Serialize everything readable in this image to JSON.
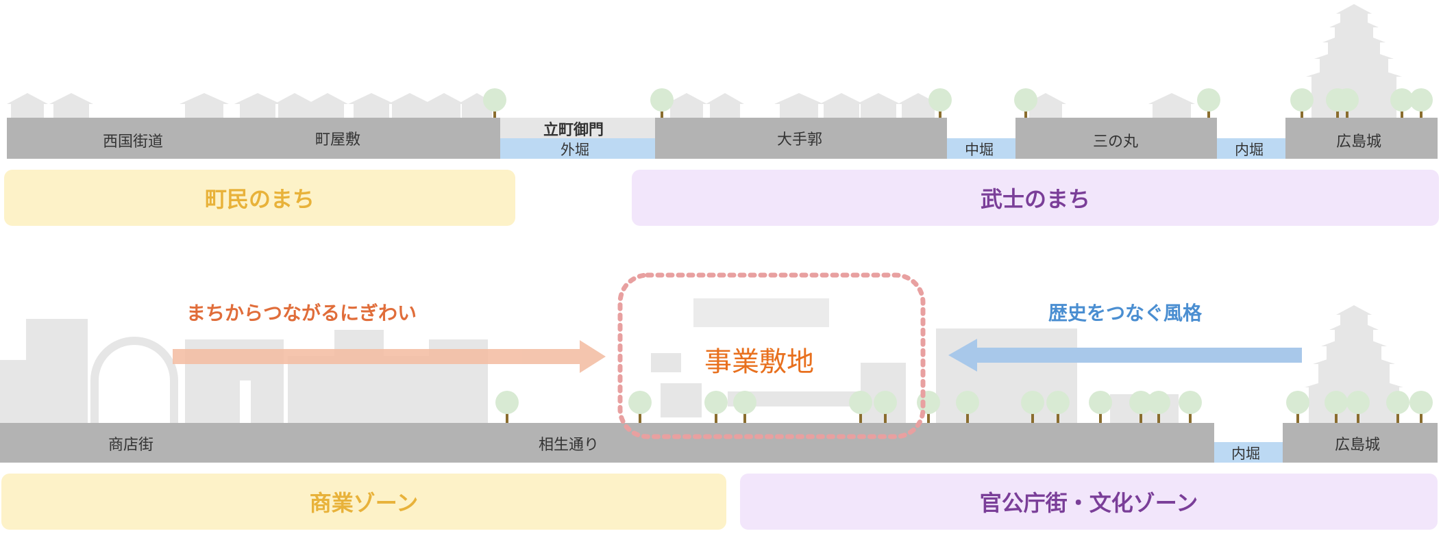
{
  "top_strip": {
    "segments": [
      {
        "label": "西国街道"
      },
      {
        "label": "町屋敷"
      },
      {
        "label": "立町御門"
      },
      {
        "label": "外堀"
      },
      {
        "label": "大手郭"
      },
      {
        "label": "中堀"
      },
      {
        "label": "三の丸"
      },
      {
        "label": "内堀"
      },
      {
        "label": "広島城"
      }
    ]
  },
  "top_zones": {
    "townspeople": "町民のまち",
    "samurai": "武士のまち"
  },
  "bottom_strip": {
    "shopping_street": "商店街",
    "avenue": "相生通り",
    "moat": "内堀",
    "castle": "広島城"
  },
  "bottom_zones": {
    "commercial": "商業ゾーン",
    "government": "官公庁街・文化ゾーン"
  },
  "annotations": {
    "left_arrow_text": "まちからつながるにぎわい",
    "right_arrow_text": "歴史をつなぐ風格",
    "site_label": "事業敷地"
  },
  "colors": {
    "ground": "#b3b3b3",
    "water": "#bcd9f3",
    "building": "#e6e6e6",
    "tree": "#d8ead3",
    "trunk": "#8a6d2e",
    "town_zone_bg": "#fdf2c8",
    "town_zone_text": "#e8b23a",
    "samurai_zone_bg": "#f2e6fb",
    "samurai_zone_text": "#7a3e98",
    "orange_arrow": "#f3bba0",
    "orange_text": "#e06d3a",
    "blue_arrow": "#a8c8ea",
    "blue_text": "#4a8ed1",
    "site_border": "#e8a0a0",
    "site_text": "#e8701e"
  }
}
